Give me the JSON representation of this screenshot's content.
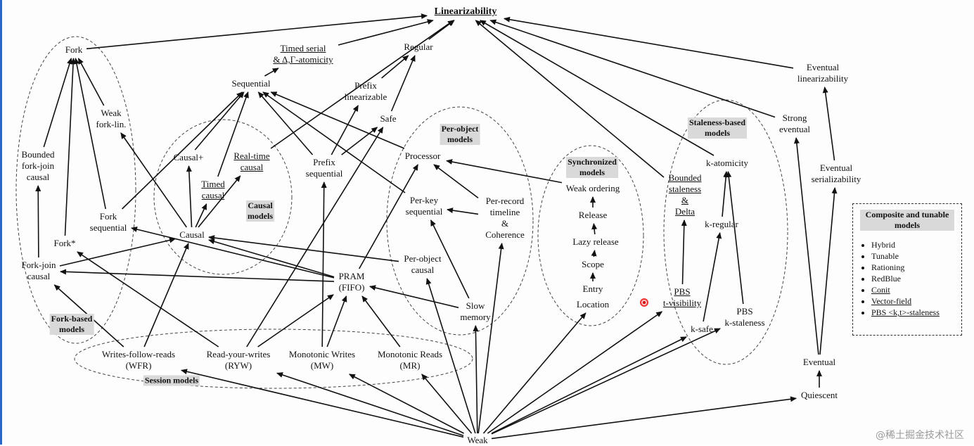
{
  "diagram": {
    "nodes": [
      {
        "id": "lin",
        "lines": [
          "Linearizability"
        ],
        "title": true
      },
      {
        "id": "fork",
        "lines": [
          "Fork"
        ]
      },
      {
        "id": "timedserial",
        "lines": [
          "Timed serial",
          "& Δ,Γ-atomicity"
        ],
        "underline": true
      },
      {
        "id": "regular",
        "lines": [
          "Regular"
        ]
      },
      {
        "id": "sequential",
        "lines": [
          "Sequential"
        ]
      },
      {
        "id": "prefixlin",
        "lines": [
          "Prefix",
          "linearizable"
        ]
      },
      {
        "id": "weakforklin",
        "lines": [
          "Weak",
          "fork-lin."
        ]
      },
      {
        "id": "safe",
        "lines": [
          "Safe"
        ]
      },
      {
        "id": "causalplus",
        "lines": [
          "Causal+"
        ]
      },
      {
        "id": "realtimecausal",
        "lines": [
          "Real-time",
          "causal"
        ],
        "underline": true
      },
      {
        "id": "boundedforkjoin",
        "lines": [
          "Bounded",
          "fork-join",
          "causal"
        ]
      },
      {
        "id": "prefixseq",
        "lines": [
          "Prefix",
          "sequential"
        ]
      },
      {
        "id": "processor",
        "lines": [
          "Processor"
        ]
      },
      {
        "id": "timedcausal",
        "lines": [
          "Timed",
          "causal"
        ],
        "underline": true
      },
      {
        "id": "forkseq",
        "lines": [
          "Fork",
          "sequential"
        ]
      },
      {
        "id": "causal",
        "lines": [
          "Causal"
        ]
      },
      {
        "id": "forkstar",
        "lines": [
          "Fork*"
        ]
      },
      {
        "id": "forkjoin",
        "lines": [
          "Fork-join",
          "causal"
        ]
      },
      {
        "id": "perkey",
        "lines": [
          "Per-key",
          "sequential"
        ]
      },
      {
        "id": "perrecord",
        "lines": [
          "Per-record",
          "timeline",
          "&",
          "Coherence"
        ]
      },
      {
        "id": "perobject",
        "lines": [
          "Per-object",
          "causal"
        ]
      },
      {
        "id": "pram",
        "lines": [
          "PRAM",
          "(FIFO)"
        ]
      },
      {
        "id": "slowmem",
        "lines": [
          "Slow",
          "memory"
        ]
      },
      {
        "id": "wfr",
        "lines": [
          "Writes-follow-reads",
          "(WFR)"
        ]
      },
      {
        "id": "ryw",
        "lines": [
          "Read-your-writes",
          "(RYW)"
        ]
      },
      {
        "id": "mw",
        "lines": [
          "Monotonic Writes",
          "(MW)"
        ]
      },
      {
        "id": "mr",
        "lines": [
          "Monotonic Reads",
          "(MR)"
        ]
      },
      {
        "id": "weakordering",
        "lines": [
          "Weak ordering"
        ]
      },
      {
        "id": "release",
        "lines": [
          "Release"
        ]
      },
      {
        "id": "lazyrelease",
        "lines": [
          "Lazy release"
        ]
      },
      {
        "id": "scope",
        "lines": [
          "Scope"
        ]
      },
      {
        "id": "entry",
        "lines": [
          "Entry"
        ]
      },
      {
        "id": "location",
        "lines": [
          "Location"
        ]
      },
      {
        "id": "boundedstale",
        "lines": [
          "Bounded",
          "staleness",
          "&",
          "Delta"
        ],
        "underline": true
      },
      {
        "id": "katomicity",
        "lines": [
          "k-atomicity"
        ]
      },
      {
        "id": "kregular",
        "lines": [
          "k-regular"
        ]
      },
      {
        "id": "pbstvis",
        "lines": [
          "PBS",
          "t-visibility"
        ],
        "underline": true
      },
      {
        "id": "ksafe",
        "lines": [
          "k-safe"
        ]
      },
      {
        "id": "pbskstale",
        "lines": [
          "PBS",
          "k-staleness"
        ]
      },
      {
        "id": "eventuallin",
        "lines": [
          "Eventual",
          "linearizability"
        ]
      },
      {
        "id": "strongeventual",
        "lines": [
          "Strong",
          "eventual"
        ]
      },
      {
        "id": "eventualser",
        "lines": [
          "Eventual",
          "serializability"
        ]
      },
      {
        "id": "eventual",
        "lines": [
          "Eventual"
        ]
      },
      {
        "id": "quiescent",
        "lines": [
          "Quiescent"
        ]
      },
      {
        "id": "weak",
        "lines": [
          "Weak"
        ]
      }
    ],
    "groups": [
      {
        "id": "forkbased",
        "lines": [
          "Fork-based",
          "models"
        ]
      },
      {
        "id": "causalmodels",
        "lines": [
          "Causal",
          "models"
        ]
      },
      {
        "id": "perobjectmodels",
        "lines": [
          "Per-object",
          "models"
        ]
      },
      {
        "id": "syncmodels",
        "lines": [
          "Synchronized",
          "models"
        ]
      },
      {
        "id": "stalenessmodels",
        "lines": [
          "Staleness-based",
          "models"
        ]
      },
      {
        "id": "sessionmodels",
        "lines": [
          "Session models"
        ]
      }
    ],
    "composite": {
      "title": "Composite and tunable models",
      "items": [
        {
          "label": "Hybrid",
          "underline": false
        },
        {
          "label": "Tunable",
          "underline": false
        },
        {
          "label": "Rationing",
          "underline": false
        },
        {
          "label": "RedBlue",
          "underline": false
        },
        {
          "label": "Conit",
          "underline": true
        },
        {
          "label": "Vector-field",
          "underline": true
        },
        {
          "label": "PBS <k,t>-staleness",
          "underline": true
        }
      ]
    },
    "edges": [
      [
        "fork",
        "lin"
      ],
      [
        "timedserial",
        "lin"
      ],
      [
        "regular",
        "lin"
      ],
      [
        "sequential",
        "timedserial"
      ],
      [
        "prefixlin",
        "regular"
      ],
      [
        "safe",
        "regular"
      ],
      [
        "prefixseq",
        "prefixlin"
      ],
      [
        "prefixseq",
        "safe"
      ],
      [
        "prefixseq",
        "sequential"
      ],
      [
        "realtimecausal",
        "lin"
      ],
      [
        "forkseq",
        "sequential"
      ],
      [
        "causalplus",
        "sequential"
      ],
      [
        "timedcausal",
        "sequential"
      ],
      [
        "processor",
        "sequential"
      ],
      [
        "perkey",
        "sequential"
      ],
      [
        "weakforklin",
        "fork"
      ],
      [
        "boundedforkjoin",
        "fork"
      ],
      [
        "forkseq",
        "fork"
      ],
      [
        "forkstar",
        "fork"
      ],
      [
        "causal",
        "weakforklin"
      ],
      [
        "causal",
        "causalplus"
      ],
      [
        "causal",
        "timedcausal"
      ],
      [
        "causal",
        "realtimecausal"
      ],
      [
        "forkjoin",
        "boundedforkjoin"
      ],
      [
        "forkjoin",
        "causal"
      ],
      [
        "pram",
        "forkseq"
      ],
      [
        "pram",
        "causal"
      ],
      [
        "perobject",
        "causal"
      ],
      [
        "pram",
        "forkjoin"
      ],
      [
        "ryw",
        "forkstar"
      ],
      [
        "pram",
        "processor"
      ],
      [
        "perrecord",
        "processor"
      ],
      [
        "weakordering",
        "processor"
      ],
      [
        "perrecord",
        "perkey"
      ],
      [
        "slowmem",
        "perkey"
      ],
      [
        "slowmem",
        "pram"
      ],
      [
        "ryw",
        "pram"
      ],
      [
        "mw",
        "pram"
      ],
      [
        "mr",
        "pram"
      ],
      [
        "wfr",
        "forkjoin"
      ],
      [
        "wfr",
        "causal"
      ],
      [
        "ryw",
        "safe"
      ],
      [
        "mw",
        "prefixseq"
      ],
      [
        "release",
        "weakordering"
      ],
      [
        "lazyrelease",
        "release"
      ],
      [
        "scope",
        "lazyrelease"
      ],
      [
        "entry",
        "scope"
      ],
      [
        "boundedstale",
        "lin"
      ],
      [
        "katomicity",
        "lin"
      ],
      [
        "kregular",
        "katomicity"
      ],
      [
        "pbskstale",
        "katomicity"
      ],
      [
        "ksafe",
        "kregular"
      ],
      [
        "pbstvis",
        "boundedstale"
      ],
      [
        "eventuallin",
        "lin"
      ],
      [
        "strongeventual",
        "lin"
      ],
      [
        "eventualser",
        "eventuallin"
      ],
      [
        "eventual",
        "strongeventual"
      ],
      [
        "eventual",
        "eventualser"
      ],
      [
        "quiescent",
        "eventual"
      ],
      [
        "weak",
        "wfr"
      ],
      [
        "weak",
        "ryw"
      ],
      [
        "weak",
        "mw"
      ],
      [
        "weak",
        "mr"
      ],
      [
        "weak",
        "slowmem"
      ],
      [
        "weak",
        "perobject"
      ],
      [
        "weak",
        "perrecord"
      ],
      [
        "weak",
        "location"
      ],
      [
        "weak",
        "pbstvis"
      ],
      [
        "weak",
        "ksafe"
      ],
      [
        "weak",
        "pbskstale"
      ],
      [
        "weak",
        "quiescent"
      ]
    ]
  },
  "watermark": "@稀土掘金技术社区"
}
